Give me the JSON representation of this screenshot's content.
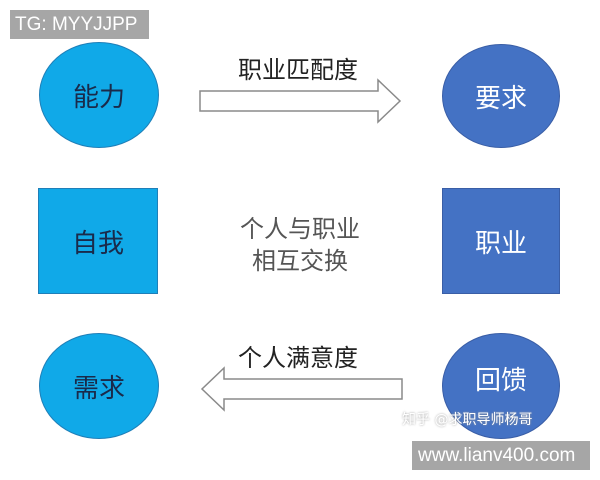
{
  "tag_top_left": "TG: MYYJJPP",
  "top_row": {
    "left_circle": "能力",
    "arrow_label": "职业匹配度",
    "arrow_direction": "right",
    "right_circle": "要求"
  },
  "middle_row": {
    "left_square": "自我",
    "center_text_line1": "个人与职业",
    "center_text_line2": "相互交换",
    "right_square": "职业"
  },
  "bottom_row": {
    "left_circle": "需求",
    "arrow_label": "个人满意度",
    "arrow_direction": "left",
    "right_circle": "回馈"
  },
  "watermark": "知乎 @求职导师杨哥",
  "url_tag": "www.lianv400.com",
  "colors": {
    "light_blue": "#10a9e8",
    "dark_blue": "#4472c4",
    "tag_gray": "#a6a6a6"
  }
}
